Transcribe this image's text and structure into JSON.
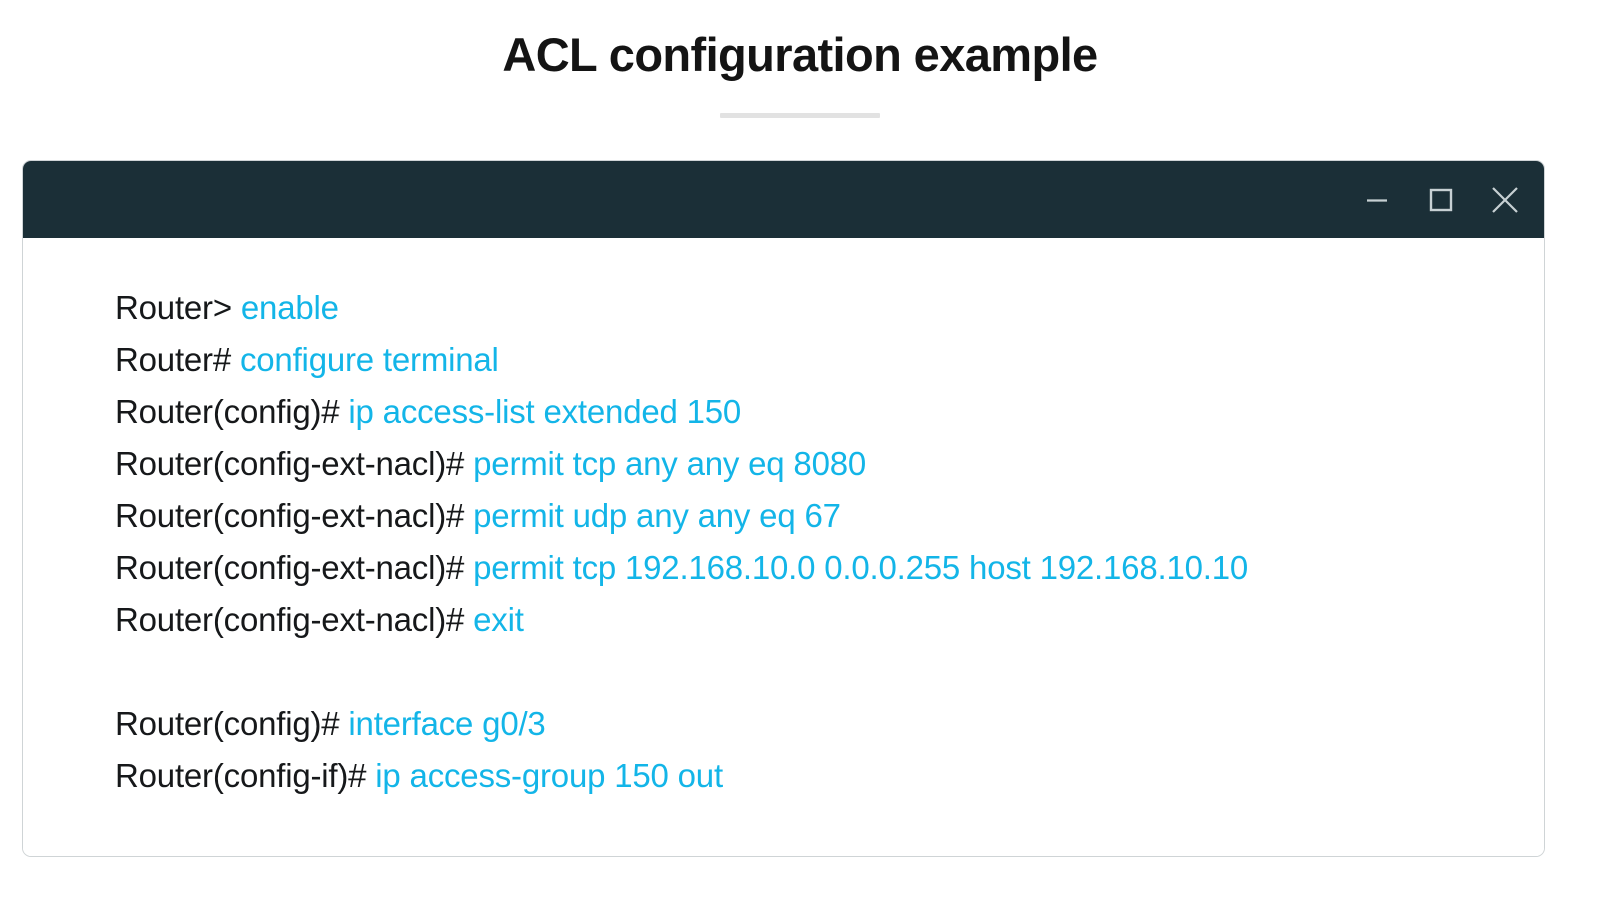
{
  "header": {
    "title": "ACL configuration example",
    "divider": true
  },
  "window": {
    "titlebar": {
      "controls": [
        {
          "name": "minimize",
          "glyph": "minimize-icon",
          "label": "Minimize"
        },
        {
          "name": "maximize",
          "glyph": "maximize-icon",
          "label": "Maximize"
        },
        {
          "name": "close",
          "glyph": "close-icon",
          "label": "Close"
        }
      ],
      "background_color": "#1b2f37",
      "control_color": "#c7d0d3"
    },
    "terminal": {
      "prompt_color": "#16181a",
      "command_color": "#13b5e8",
      "background_color": "#ffffff",
      "lines": [
        {
          "prompt": "Router> ",
          "command": "enable"
        },
        {
          "prompt": "Router# ",
          "command": "configure terminal"
        },
        {
          "prompt": "Router(config)# ",
          "command": "ip access-list extended 150"
        },
        {
          "prompt": "Router(config-ext-nacl)# ",
          "command": "permit tcp any any eq 8080"
        },
        {
          "prompt": "Router(config-ext-nacl)# ",
          "command": "permit udp any any eq 67"
        },
        {
          "prompt": "Router(config-ext-nacl)# ",
          "command": "permit tcp 192.168.10.0 0.0.0.255 host 192.168.10.10"
        },
        {
          "prompt": "Router(config-ext-nacl)# ",
          "command": "exit"
        },
        {
          "prompt": "",
          "command": ""
        },
        {
          "prompt": "Router(config)# ",
          "command": "interface g0/3"
        },
        {
          "prompt": "Router(config-if)# ",
          "command": "ip access-group 150 out"
        }
      ]
    }
  }
}
